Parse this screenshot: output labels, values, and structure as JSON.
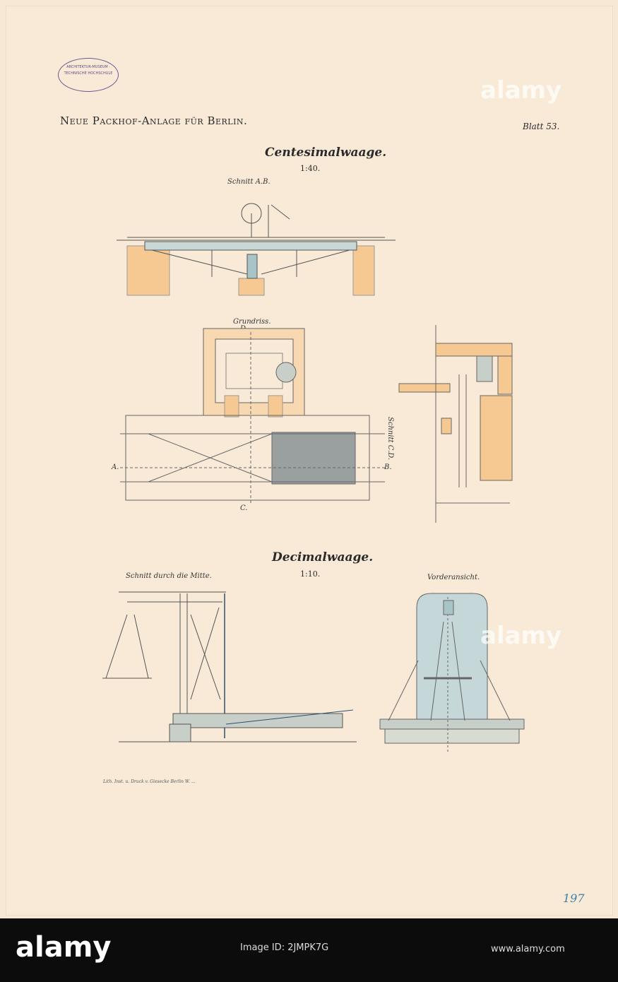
{
  "sheet": {
    "main_title": "Neue Packhof-Anlage für Berlin.",
    "sheet_number": "Blatt 53.",
    "section1": {
      "title": "Centesimalwaage.",
      "scale": "1:40."
    },
    "section2": {
      "title": "Decimalwaage.",
      "scale": "1:10."
    },
    "labels": {
      "section_ab": "Schnitt A.B.",
      "plan": "Grundriss.",
      "section_cd": "Schnitt C.D.",
      "section_middle": "Schnitt durch die Mitte.",
      "front_view": "Vorderansicht.",
      "point_a": "A.",
      "point_b": "B.",
      "point_c": "C.",
      "point_d": "D."
    },
    "printer": "Lith. Inst. u. Druck v. Giesecke Berlin W. ...",
    "inventory_number": "197",
    "stamp": {
      "text": "ARCHITEKTUR-MUSEUM · TECHNISCHE HOCHSCHULE"
    }
  },
  "watermark": {
    "brand": "alamy"
  },
  "footer": {
    "logo": "alamy",
    "image_id": "Image ID: 2JMPK7G",
    "site": "www.alamy.com"
  },
  "colors": {
    "paper": "#f7e8d6",
    "masonry": "#f7c992",
    "steel_blue": "#a8c4c6",
    "grey_blue": "#c8cfc8",
    "ink": "#2a2a2a"
  }
}
